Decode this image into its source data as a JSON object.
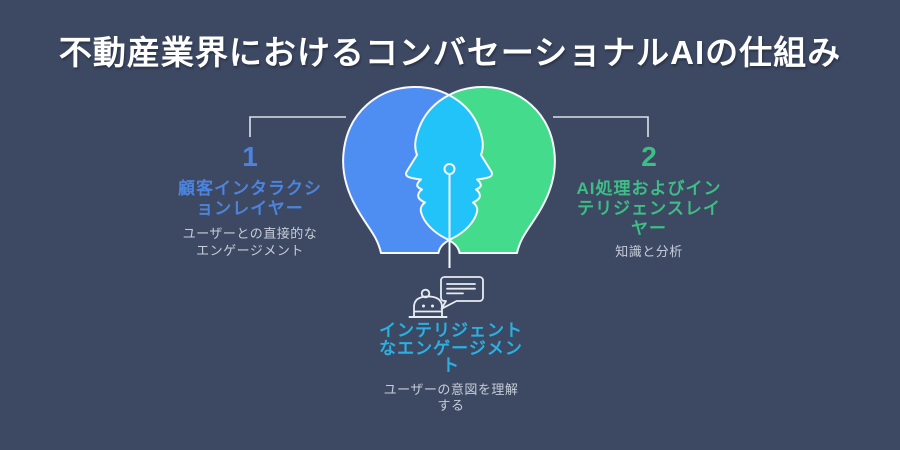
{
  "title": "不動産業界におけるコンバセーショナルAIの仕組み",
  "colors": {
    "background": "#3D4963",
    "title_text": "#FFFFFF",
    "head_blue": "#4E8EF3",
    "head_green": "#45DB8C",
    "head_overlap": "#22C3F8",
    "outline": "#F7F9FC",
    "connector_line": "#DCE1E9",
    "icon_stroke": "#E8ECF2",
    "accent_blue": "#4C84DD",
    "accent_green": "#3CBE85",
    "accent_cyan": "#2AB0E2",
    "text_muted": "#C6CCD8"
  },
  "sections": {
    "left": {
      "number": "1",
      "heading_lines": [
        "顧客インタラクシ",
        "ョンレイヤー"
      ],
      "description_lines": [
        "ユーザーとの直接的な",
        "エンゲージメント"
      ]
    },
    "right": {
      "number": "2",
      "heading_lines": [
        "AI処理およびイン",
        "テリジェンスレイ",
        "ヤー"
      ],
      "description_lines": [
        "知識と分析"
      ]
    },
    "bottom": {
      "heading_lines": [
        "インテリジェント",
        "なエンゲージメン",
        "ト"
      ],
      "description_lines": [
        "ユーザーの意図を理解",
        "する"
      ]
    }
  },
  "icons": {
    "center_graphic": "two-overlapping-head-profiles-venn",
    "bottom_icon": "chatbot-with-speech-bubble"
  }
}
